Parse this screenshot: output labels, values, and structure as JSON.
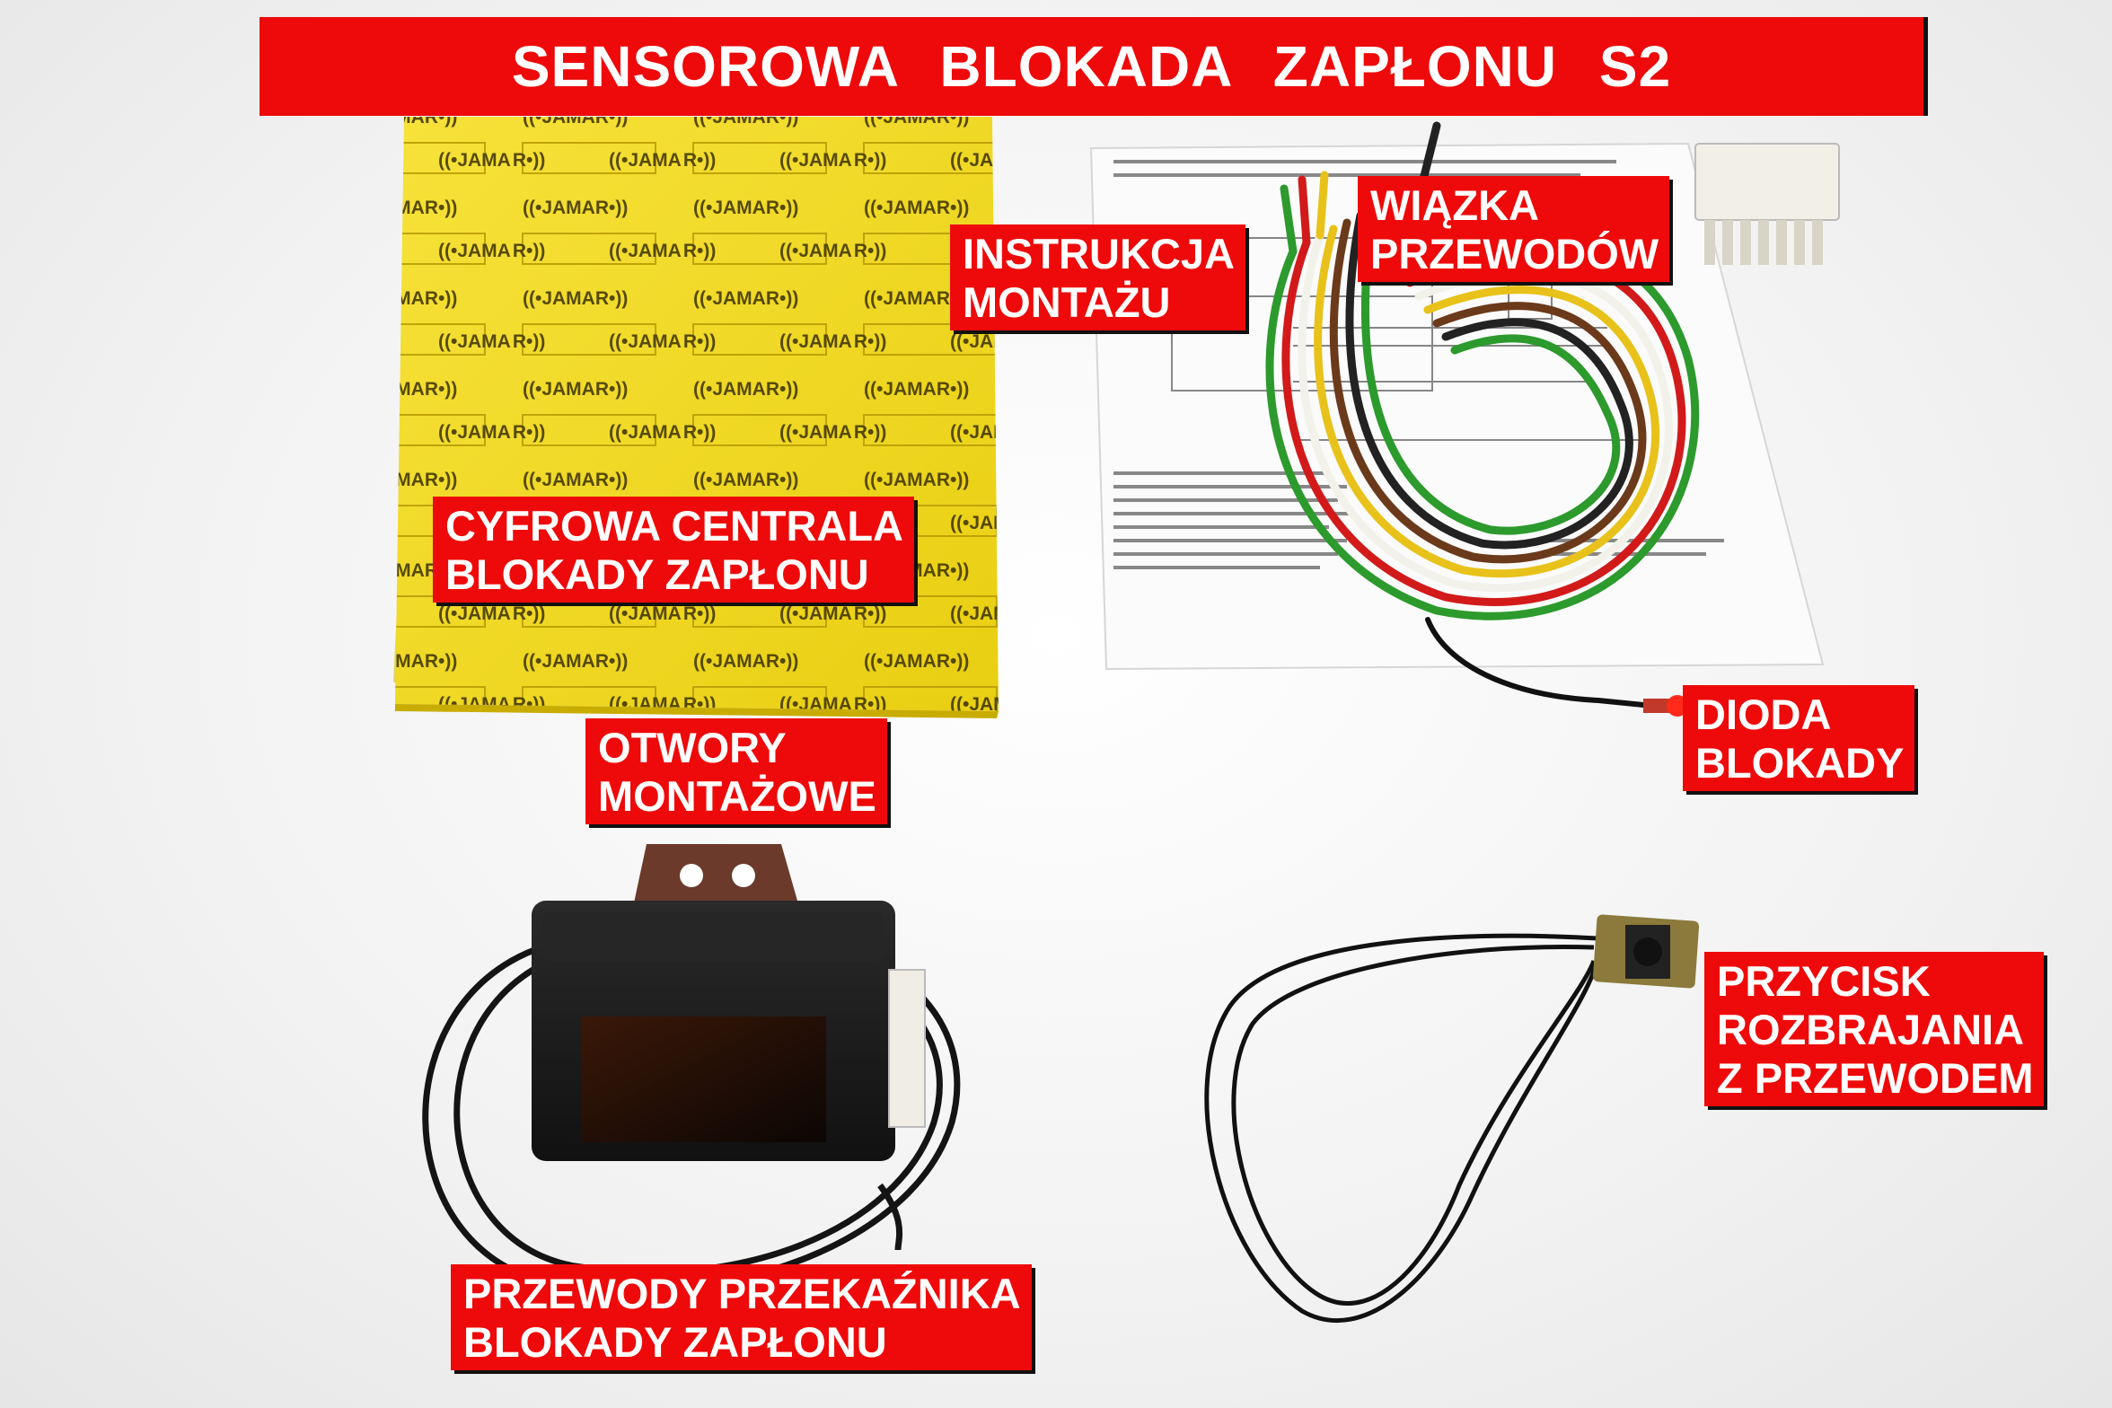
{
  "title": "SENSOROWA   BLOKADA   ZAPŁONU S2",
  "box_brand": "((•JAMAR•))",
  "labels": {
    "instrukcja": [
      "INSTRUKCJA",
      "MONTAŻU"
    ],
    "wiazka": [
      "WIĄZKA",
      "PRZEWODÓW"
    ],
    "centrala": [
      "CYFROWA CENTRALA",
      "BLOKADY ZAPŁONU"
    ],
    "dioda": [
      "DIODA",
      "BLOKADY"
    ],
    "otwory": [
      "OTWORY",
      "MONTAŻOWE"
    ],
    "przycisk": [
      "PRZYCISK",
      "ROZBRAJANIA",
      "Z PRZEWODEM"
    ],
    "przewody": [
      "PRZEWODY PRZEKAŹNIKA",
      "BLOKADY ZAPŁONU"
    ]
  },
  "colors": {
    "label_bg": "#ee0a0a",
    "label_text": "#ffffff",
    "box_yellow": "#f2dc1e",
    "module_black": "#1a1a1a"
  }
}
